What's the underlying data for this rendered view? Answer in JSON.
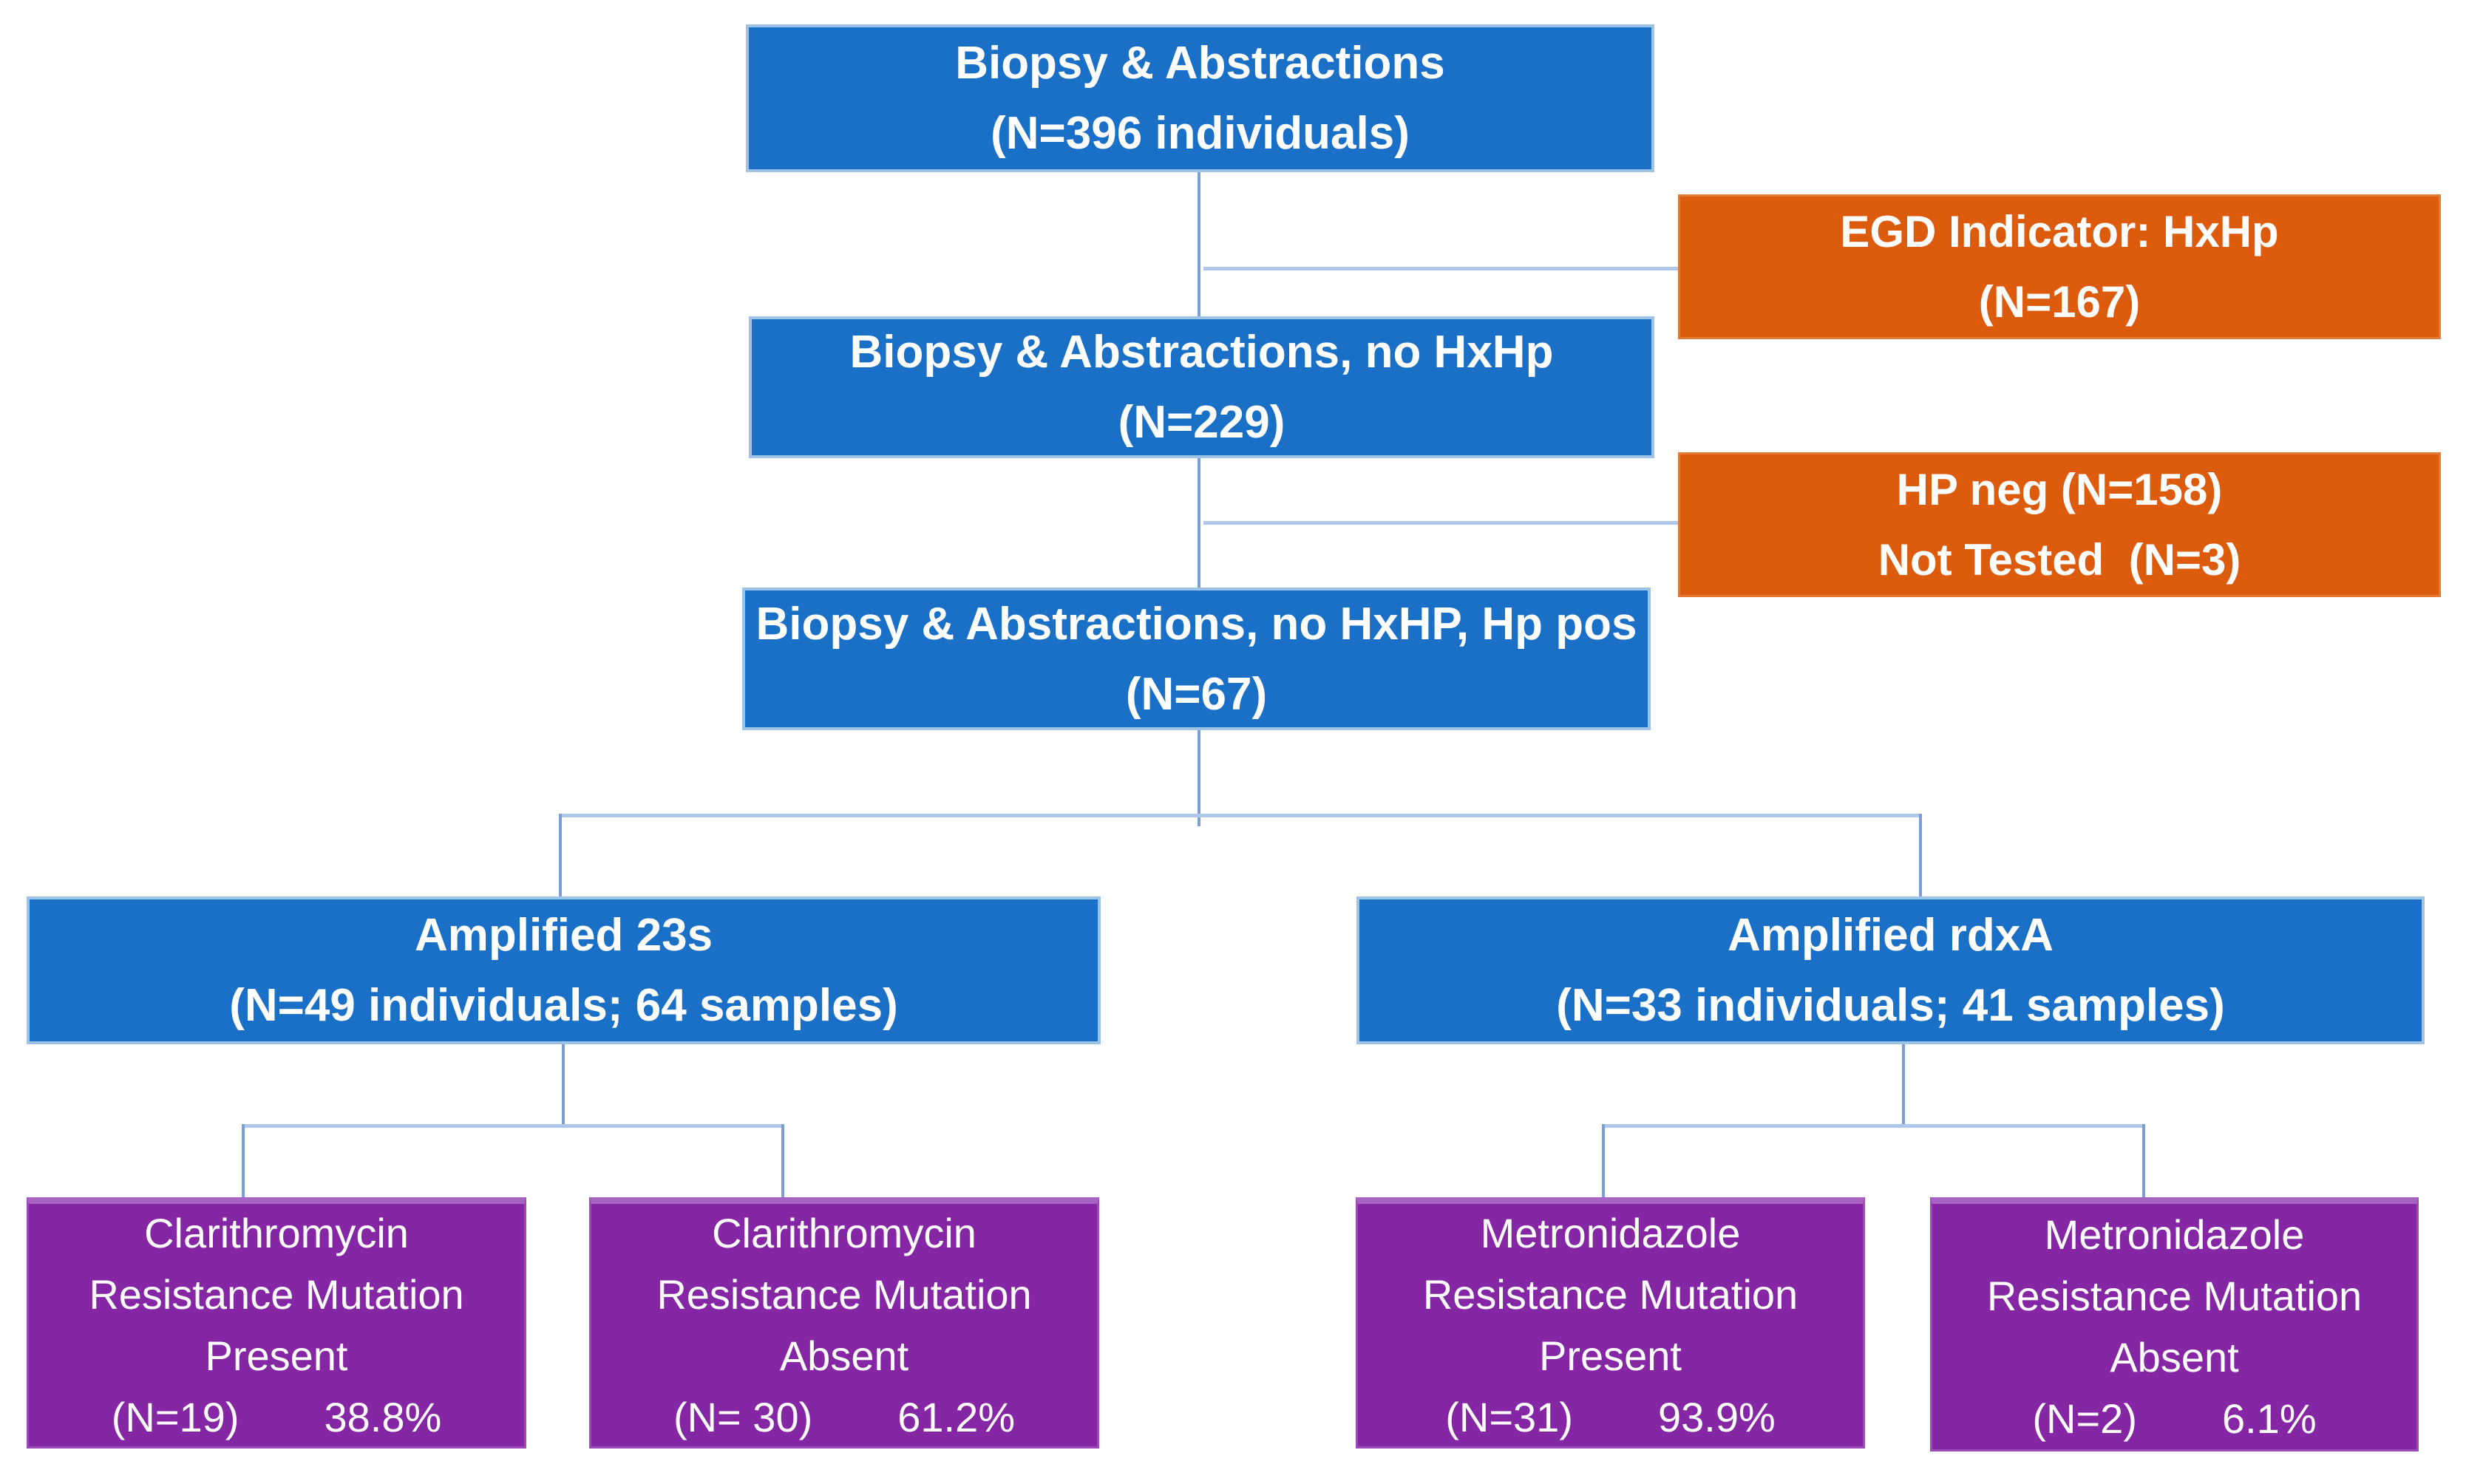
{
  "figure": {
    "type": "flowchart",
    "colors": {
      "blue_box": "#1A70C7",
      "blue_box_border": "#9DC3E6",
      "orange_box": "#DD5B0D",
      "purple_box": "#8527A5",
      "purple_box_top_edge": "#A763C1",
      "connector_vertical": "#7B9FD4",
      "connector_horizontal": "#AFC7E9",
      "text": "#FFFFFF",
      "background": "#FFFFFF"
    }
  },
  "nodes": {
    "root": {
      "line1": "Biopsy & Abstractions",
      "line2": "(N=396 individuals)"
    },
    "egd": {
      "line1": "EGD Indicator: HxHp",
      "line2": "(N=167)"
    },
    "no_hxhp": {
      "line1": "Biopsy & Abstractions, no HxHp",
      "line2": "(N=229)"
    },
    "hp_neg": {
      "line1": "HP neg (N=158)",
      "line2": "Not Tested  (N=3)"
    },
    "hp_pos": {
      "line1": "Biopsy & Abstractions, no HxHP, Hp pos",
      "line2": "(N=67)"
    },
    "amp_23s": {
      "line1": "Amplified 23s",
      "line2": "(N=49 individuals; 64 samples)"
    },
    "amp_rdxa": {
      "line1": "Amplified rdxA",
      "line2": "(N=33 individuals; 41 samples)"
    },
    "clar_present": {
      "line1": "Clarithromycin",
      "line2": "Resistance Mutation",
      "line3": "Present",
      "n": "(N=19)",
      "pct": "38.8%"
    },
    "clar_absent": {
      "line1": "Clarithromycin",
      "line2": "Resistance Mutation",
      "line3": "Absent",
      "n": "(N= 30)",
      "pct": "61.2%"
    },
    "metro_present": {
      "line1": "Metronidazole",
      "line2": "Resistance Mutation",
      "line3": "Present",
      "n": "(N=31)",
      "pct": "93.9%"
    },
    "metro_absent": {
      "line1": "Metronidazole",
      "line2": "Resistance Mutation",
      "line3": "Absent",
      "n": "(N=2)",
      "pct": "6.1%"
    }
  }
}
